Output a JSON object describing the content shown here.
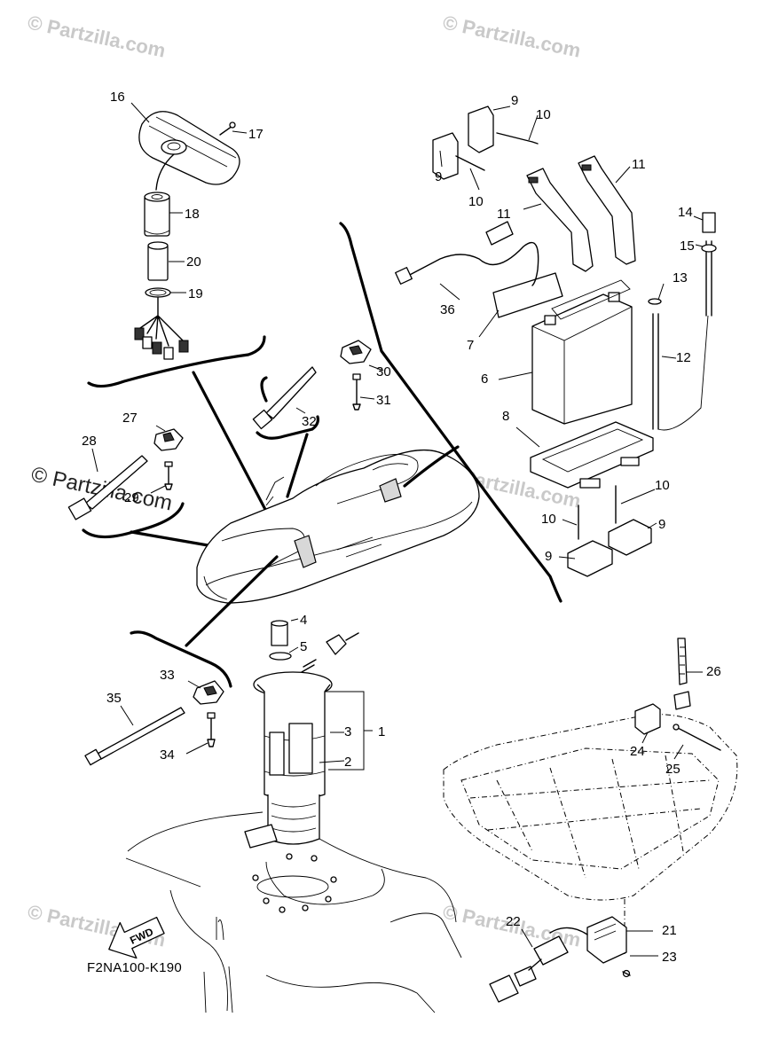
{
  "diagram": {
    "code": "F2NA100-K190",
    "fwd_label": "FWD",
    "watermark": "© Partzilla.com"
  },
  "callouts": [
    {
      "id": "c1",
      "num": "1"
    },
    {
      "id": "c2",
      "num": "2"
    },
    {
      "id": "c3",
      "num": "3"
    },
    {
      "id": "c4",
      "num": "4"
    },
    {
      "id": "c5",
      "num": "5"
    },
    {
      "id": "c6",
      "num": "6"
    },
    {
      "id": "c7",
      "num": "7"
    },
    {
      "id": "c8",
      "num": "8"
    },
    {
      "id": "c9a",
      "num": "9"
    },
    {
      "id": "c9b",
      "num": "9"
    },
    {
      "id": "c9c",
      "num": "9"
    },
    {
      "id": "c9d",
      "num": "9"
    },
    {
      "id": "c10a",
      "num": "10"
    },
    {
      "id": "c10b",
      "num": "10"
    },
    {
      "id": "c10c",
      "num": "10"
    },
    {
      "id": "c10d",
      "num": "10"
    },
    {
      "id": "c11a",
      "num": "11"
    },
    {
      "id": "c11b",
      "num": "11"
    },
    {
      "id": "c12",
      "num": "12"
    },
    {
      "id": "c13",
      "num": "13"
    },
    {
      "id": "c14",
      "num": "14"
    },
    {
      "id": "c15",
      "num": "15"
    },
    {
      "id": "c16",
      "num": "16"
    },
    {
      "id": "c17",
      "num": "17"
    },
    {
      "id": "c18",
      "num": "18"
    },
    {
      "id": "c19",
      "num": "19"
    },
    {
      "id": "c20",
      "num": "20"
    },
    {
      "id": "c21",
      "num": "21"
    },
    {
      "id": "c22",
      "num": "22"
    },
    {
      "id": "c23",
      "num": "23"
    },
    {
      "id": "c24",
      "num": "24"
    },
    {
      "id": "c25",
      "num": "25"
    },
    {
      "id": "c26",
      "num": "26"
    },
    {
      "id": "c27",
      "num": "27"
    },
    {
      "id": "c28",
      "num": "28"
    },
    {
      "id": "c29",
      "num": "29"
    },
    {
      "id": "c30",
      "num": "30"
    },
    {
      "id": "c31",
      "num": "31"
    },
    {
      "id": "c32",
      "num": "32"
    },
    {
      "id": "c33",
      "num": "33"
    },
    {
      "id": "c34",
      "num": "34"
    },
    {
      "id": "c35",
      "num": "35"
    },
    {
      "id": "c36",
      "num": "36"
    }
  ]
}
